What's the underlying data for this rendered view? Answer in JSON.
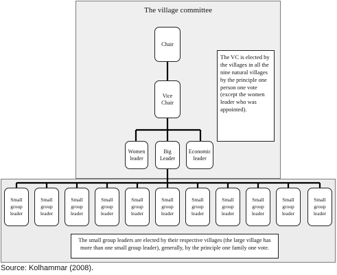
{
  "title": "The village committee",
  "nodes": {
    "chair": "Chair",
    "vice_chair": "Vice Chair",
    "women_leader": "Women leader",
    "big_leader": "Big Leader",
    "economic_leader": "Economic leader"
  },
  "small_group_leader_lines": [
    "Small",
    "group",
    "leader"
  ],
  "small_group_count": 11,
  "vc_note": "The VC is elected by the villages in all the nine natural villages by the principle one person one vote (except the women leader who was appointed).",
  "small_group_note": "The small group leaders are elected by their respective villages (the large village has more than one small group leader), generally, by the principle one family one vote.",
  "source": "Source: Kolhammar (2008)."
}
